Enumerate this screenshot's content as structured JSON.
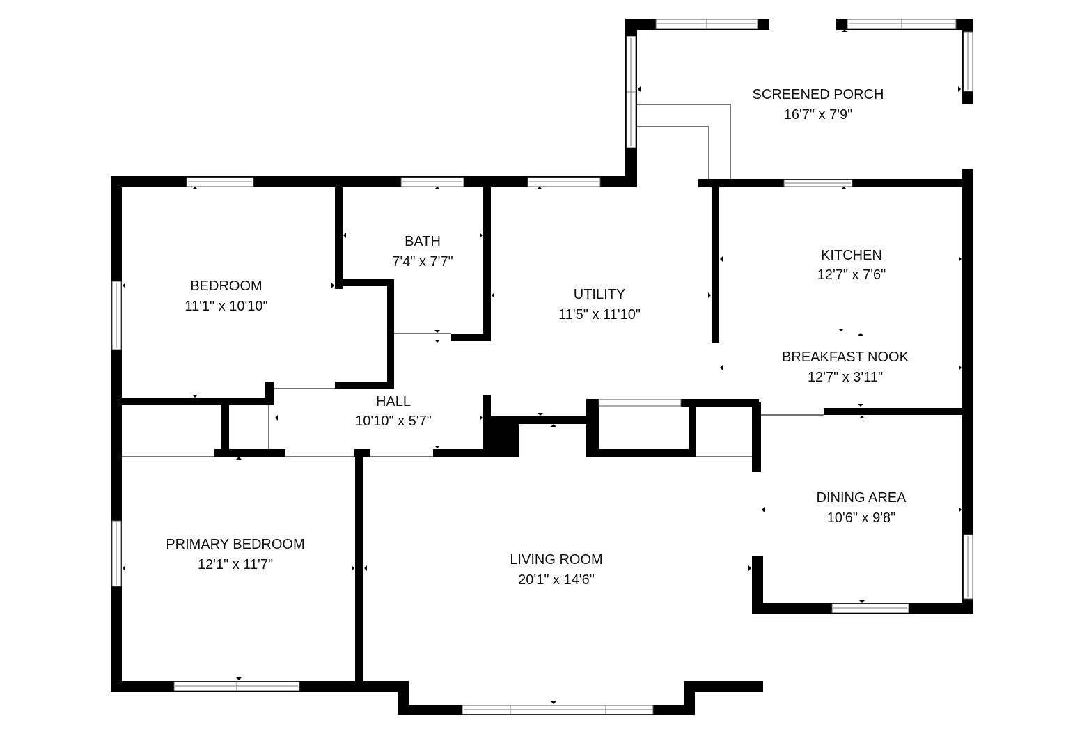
{
  "rooms": {
    "screened_porch": {
      "name": "SCREENED PORCH",
      "size": "16'7\" x 7'9\""
    },
    "bedroom": {
      "name": "BEDROOM",
      "size": "11'1\" x 10'10\""
    },
    "bath": {
      "name": "BATH",
      "size": "7'4\" x 7'7\""
    },
    "utility": {
      "name": "UTILITY",
      "size": "11'5\" x 11'10\""
    },
    "kitchen": {
      "name": "KITCHEN",
      "size": "12'7\" x 7'6\""
    },
    "breakfast_nook": {
      "name": "BREAKFAST NOOK",
      "size": "12'7\" x 3'11\""
    },
    "hall": {
      "name": "HALL",
      "size": "10'10\" x 5'7\""
    },
    "dining_area": {
      "name": "DINING AREA",
      "size": "10'6\" x 9'8\""
    },
    "primary_bedroom": {
      "name": "PRIMARY BEDROOM",
      "size": "12'1\" x 11'7\""
    },
    "living_room": {
      "name": "LIVING ROOM",
      "size": "20'1\" x 14'6\""
    }
  }
}
